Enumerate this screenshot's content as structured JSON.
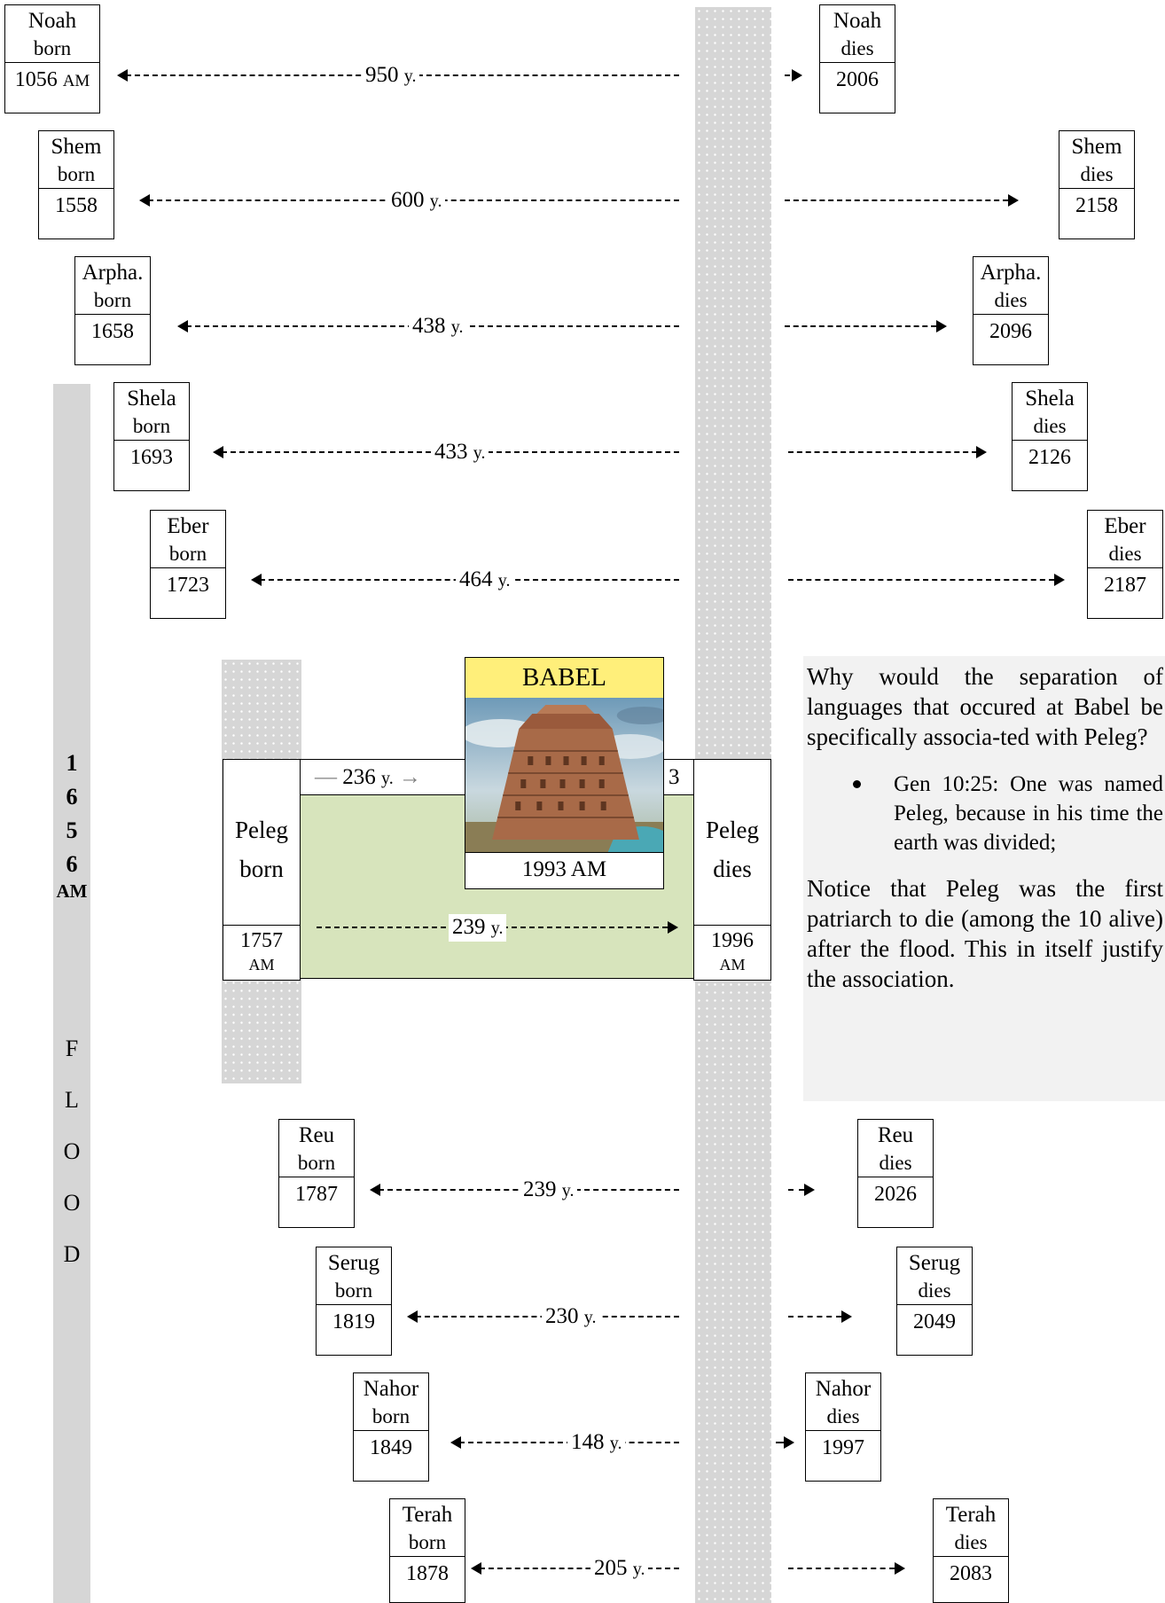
{
  "flood": {
    "digits": [
      "1",
      "6",
      "5",
      "6"
    ],
    "am": "AM",
    "letters": [
      "F",
      "L",
      "O",
      "O",
      "D"
    ]
  },
  "patriarchs": {
    "noah": {
      "name": "Noah",
      "born_label": "born",
      "born_year": "1056",
      "born_unit": "AM",
      "span_num": "950",
      "span_unit": "y.",
      "dies_label": "dies",
      "death_year": "2006"
    },
    "shem": {
      "name": "Shem",
      "born_label": "born",
      "born_year": "1558",
      "span_num": "600",
      "span_unit": "y.",
      "dies_label": "dies",
      "death_year": "2158"
    },
    "arpha": {
      "name": "Arpha.",
      "born_label": "born",
      "born_year": "1658",
      "span_num": "438",
      "span_unit": "y.",
      "dies_label": "dies",
      "death_year": "2096"
    },
    "shela": {
      "name": "Shela",
      "born_label": "born",
      "born_year": "1693",
      "span_num": "433",
      "span_unit": "y.",
      "dies_label": "dies",
      "death_year": "2126"
    },
    "eber": {
      "name": "Eber",
      "born_label": "born",
      "born_year": "1723",
      "span_num": "464",
      "span_unit": "y.",
      "dies_label": "dies",
      "death_year": "2187"
    },
    "reu": {
      "name": "Reu",
      "born_label": "born",
      "born_year": "1787",
      "span_num": "239",
      "span_unit": "y.",
      "dies_label": "dies",
      "death_year": "2026"
    },
    "serug": {
      "name": "Serug",
      "born_label": "born",
      "born_year": "1819",
      "span_num": "230",
      "span_unit": "y.",
      "dies_label": "dies",
      "death_year": "2049"
    },
    "nahor": {
      "name": "Nahor",
      "born_label": "born",
      "born_year": "1849",
      "span_num": "148",
      "span_unit": "y.",
      "dies_label": "dies",
      "death_year": "1997"
    },
    "terah": {
      "name": "Terah",
      "born_label": "born",
      "born_year": "1878",
      "span_num": "205",
      "span_unit": "y.",
      "dies_label": "dies",
      "death_year": "2083"
    }
  },
  "peleg": {
    "name": "Peleg",
    "born_label": "born",
    "dies_label": "dies",
    "born_year": "1757",
    "death_year": "1996",
    "year_unit": "AM",
    "to_babel_num": "236",
    "to_babel_unit": "y.",
    "to_babel_remainder": "3",
    "span_num": "239",
    "span_unit": "y."
  },
  "babel": {
    "title": "BABEL",
    "year": "1993 AM"
  },
  "commentary": {
    "question": "Why would the separation of languages that occured at Babel be specifically associa-ted with Peleg?",
    "bullet": "Gen 10:25: One was named Peleg, because in his time the earth was divided;",
    "note": "Notice that Peleg was the first patriarch to die (among the 10 alive) after the flood. This in itself justify the association."
  }
}
